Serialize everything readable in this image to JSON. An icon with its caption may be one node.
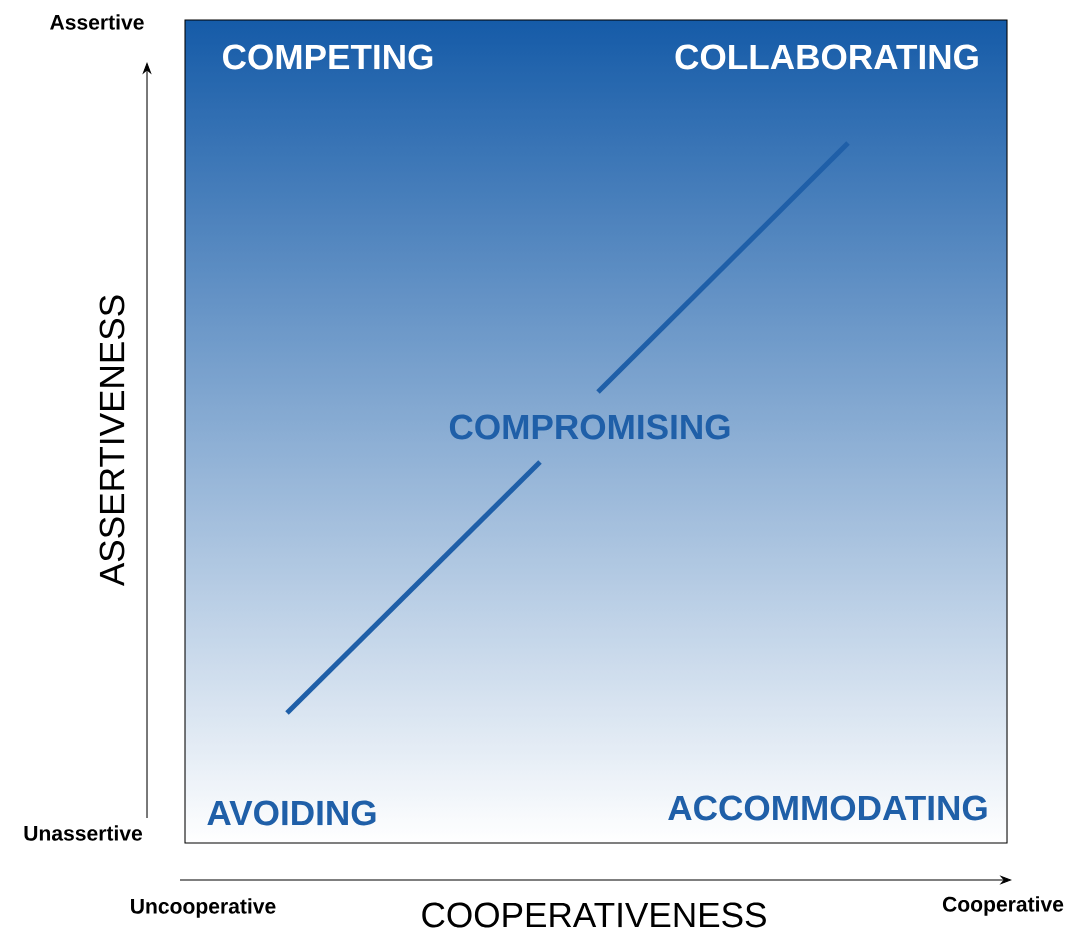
{
  "diagram": {
    "labels": [
      "Assertive",
      "COMPETING",
      "COLLABORATING",
      "ASSERTIVENESS",
      "COMPROMISING",
      "Unassertive",
      "AVOIDING",
      "ACCOMMODATING",
      "Uncooperative",
      "Cooperative",
      "COOPERATIVENESS"
    ]
  }
}
